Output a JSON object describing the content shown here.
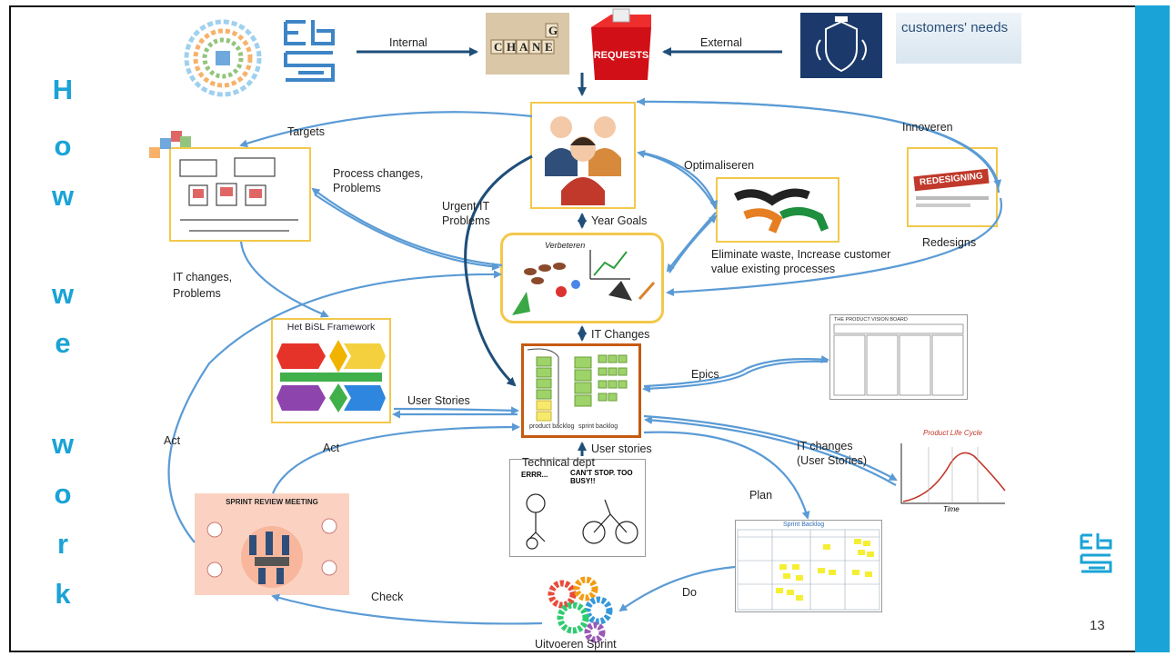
{
  "vertical_title": [
    "H",
    "o",
    "w",
    "w",
    "e",
    "w",
    "o",
    "r",
    "k"
  ],
  "images": {
    "change": {
      "letters": [
        "C",
        "H",
        "A",
        "N",
        "G",
        "E"
      ]
    },
    "requests_box": "REQUESTS",
    "customers_needs": "customers' needs",
    "redesigning": "REDESIGNING",
    "bisl": {
      "title": "Het BiSL Framework"
    },
    "sprint_review": "SPRINT REVIEW MEETING",
    "vision_board": "THE PRODUCT VISION BOARD",
    "plc_title": "Product Life Cycle",
    "plc_x": "Time",
    "sprint_backlog_title": "Sprint Backlog",
    "backlog_labels": [
      "product backlog",
      "sprint backlog"
    ],
    "cartoon": {
      "left": "ERRR...",
      "right": "CAN'T STOP. TOO BUSY!!"
    }
  },
  "labels": {
    "internal": "Internal",
    "external": "External",
    "targets": "Targets",
    "innoveren": "Innoveren",
    "process_changes": [
      "Process changes,",
      "Problems"
    ],
    "optimaliseren": "Optimaliseren",
    "urgent": [
      "Urgent IT",
      "Problems"
    ],
    "year_goals": "Year Goals",
    "redesigns": "Redesigns",
    "eliminate": [
      "Eliminate waste, Increase customer",
      "value existing processes"
    ],
    "it_changes_problems": [
      "IT changes,",
      "Problems"
    ],
    "it_changes": "IT Changes",
    "epics": "Epics",
    "user_stories_left": "User Stories",
    "act_left": "Act",
    "act_mid": "Act",
    "user_stories_mid": "User stories",
    "technical_dept": "Technical dept",
    "it_changes_us": [
      "IT changes",
      "(User Stories)"
    ],
    "plan": "Plan",
    "check": "Check",
    "do": "Do",
    "uitvoeren": "Uitvoeren Sprint"
  },
  "page_number": "13",
  "colors": {
    "accent": "#1aa3d6",
    "arrow": "#5b9bd5",
    "arrow_dark": "#1f4e79",
    "yellow_border": "#f3c84b",
    "brown_border": "#c55a11"
  }
}
